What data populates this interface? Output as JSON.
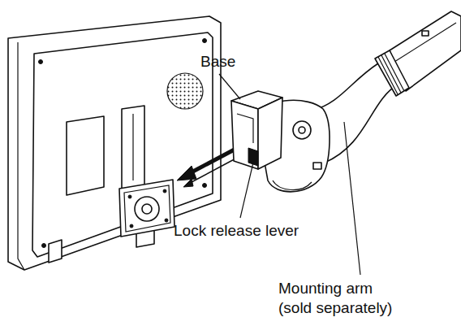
{
  "diagram": {
    "labels": [
      "Base",
      "Lock release lever",
      "Mounting arm (sold separately)"
    ]
  }
}
